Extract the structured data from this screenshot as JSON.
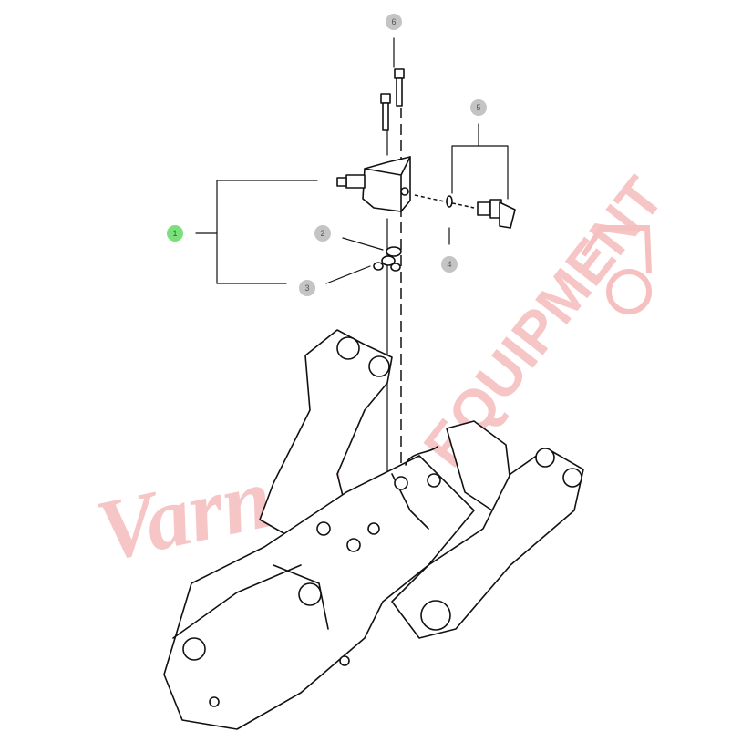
{
  "diagram": {
    "callouts": [
      {
        "number": "1",
        "active": true
      },
      {
        "number": "2",
        "active": false
      },
      {
        "number": "3",
        "active": false
      },
      {
        "number": "4",
        "active": false
      },
      {
        "number": "5",
        "active": false
      },
      {
        "number": "6",
        "active": false
      }
    ],
    "watermark": {
      "script": "Varner",
      "block": "EQUIPMENT"
    },
    "colors": {
      "active_callout": "#7be07b",
      "callout": "#c4c4c4",
      "watermark": "#f4b4b4"
    }
  }
}
